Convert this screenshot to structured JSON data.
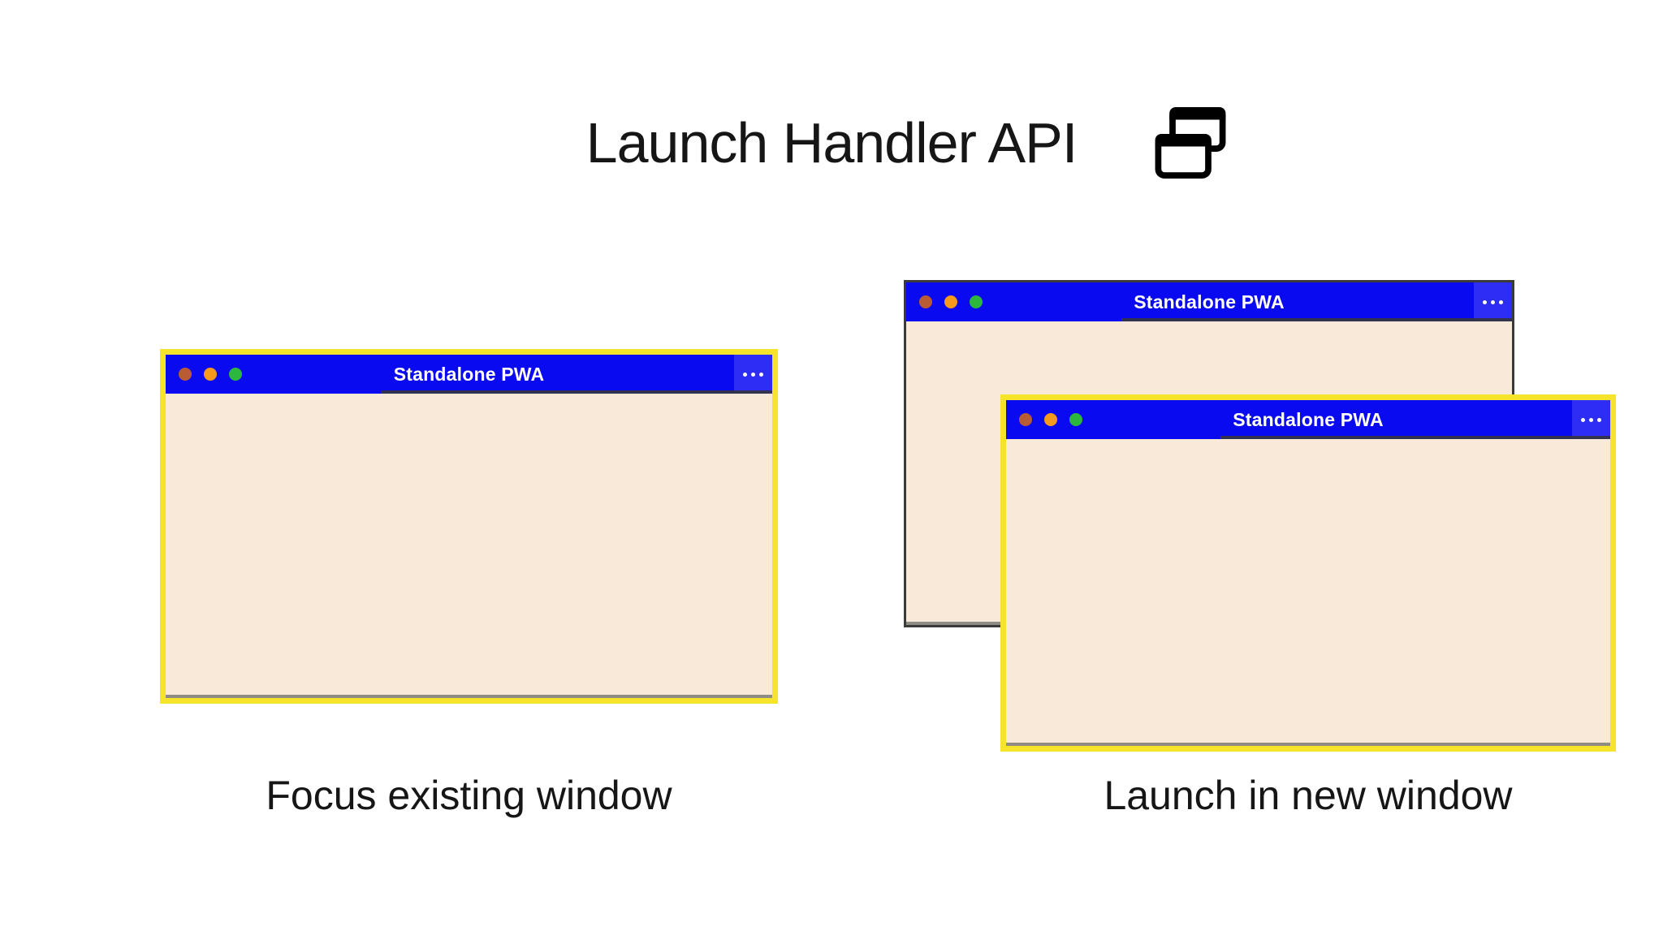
{
  "title": "Launch Handler API",
  "header_icon": "overlapping-windows",
  "colors": {
    "titlebar_blue": "#0A0AF0",
    "menu_button_blue": "#2D2DF5",
    "window_body_cream": "#F8E9D8",
    "highlight_border_yellow": "#F6E42A",
    "back_window_border": "#3A3A3A",
    "dot_red": "#B95C34",
    "dot_orange": "#F7991A",
    "dot_green": "#2CB83C",
    "titlebar_text": "#FFFFFF",
    "text_dark": "#161616"
  },
  "panels": [
    {
      "caption": "Focus existing window",
      "windows": [
        {
          "title": "Standalone PWA",
          "frame": "yellow-highlight"
        }
      ]
    },
    {
      "caption": "Launch in new window",
      "windows": [
        {
          "title": "Standalone PWA",
          "frame": "gray-background"
        },
        {
          "title": "Standalone PWA",
          "frame": "yellow-highlight"
        }
      ]
    }
  ]
}
